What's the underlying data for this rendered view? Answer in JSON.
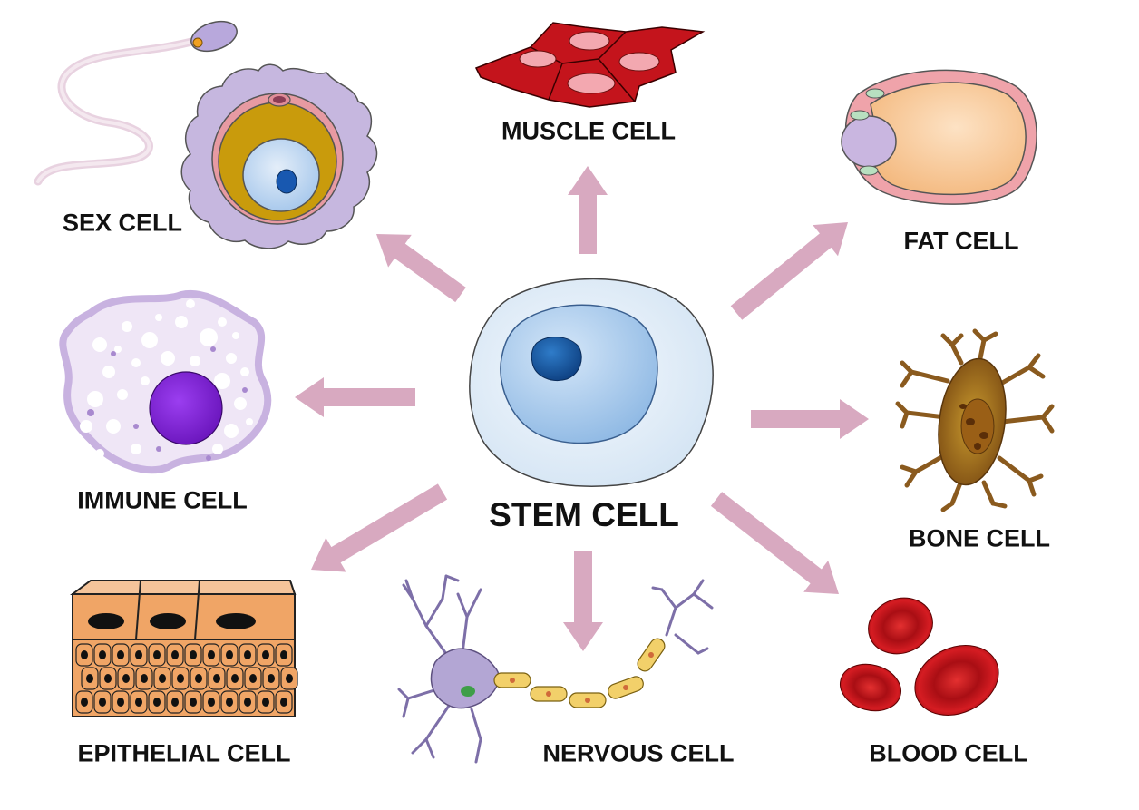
{
  "center": {
    "label": "STEM CELL"
  },
  "cells": [
    {
      "id": "sex",
      "label": "SEX CELL"
    },
    {
      "id": "muscle",
      "label": "MUSCLE CELL"
    },
    {
      "id": "fat",
      "label": "FAT CELL"
    },
    {
      "id": "immune",
      "label": "IMMUNE CELL"
    },
    {
      "id": "bone",
      "label": "BONE CELL"
    },
    {
      "id": "epithelial",
      "label": "EPITHELIAL CELL"
    },
    {
      "id": "nervous",
      "label": "NERVOUS CELL"
    },
    {
      "id": "blood",
      "label": "BLOOD CELL"
    }
  ],
  "colors": {
    "arrow": "#d8a9c0",
    "label": "#111111",
    "stem_membrane": "#e3eef8",
    "stem_nucleus": "#a9c9ea",
    "stem_nucleolus": "#1f5fa8",
    "muscle": "#c4141c",
    "fat": "#f8c998",
    "immune_nucleus": "#7b1fd1",
    "bone": "#8a5a1e",
    "blood": "#c0141c",
    "epithelial": "#f0a566",
    "neuron": "#b3a6d4",
    "egg_outer": "#b7a7d6",
    "egg_yolk": "#c89b10"
  }
}
